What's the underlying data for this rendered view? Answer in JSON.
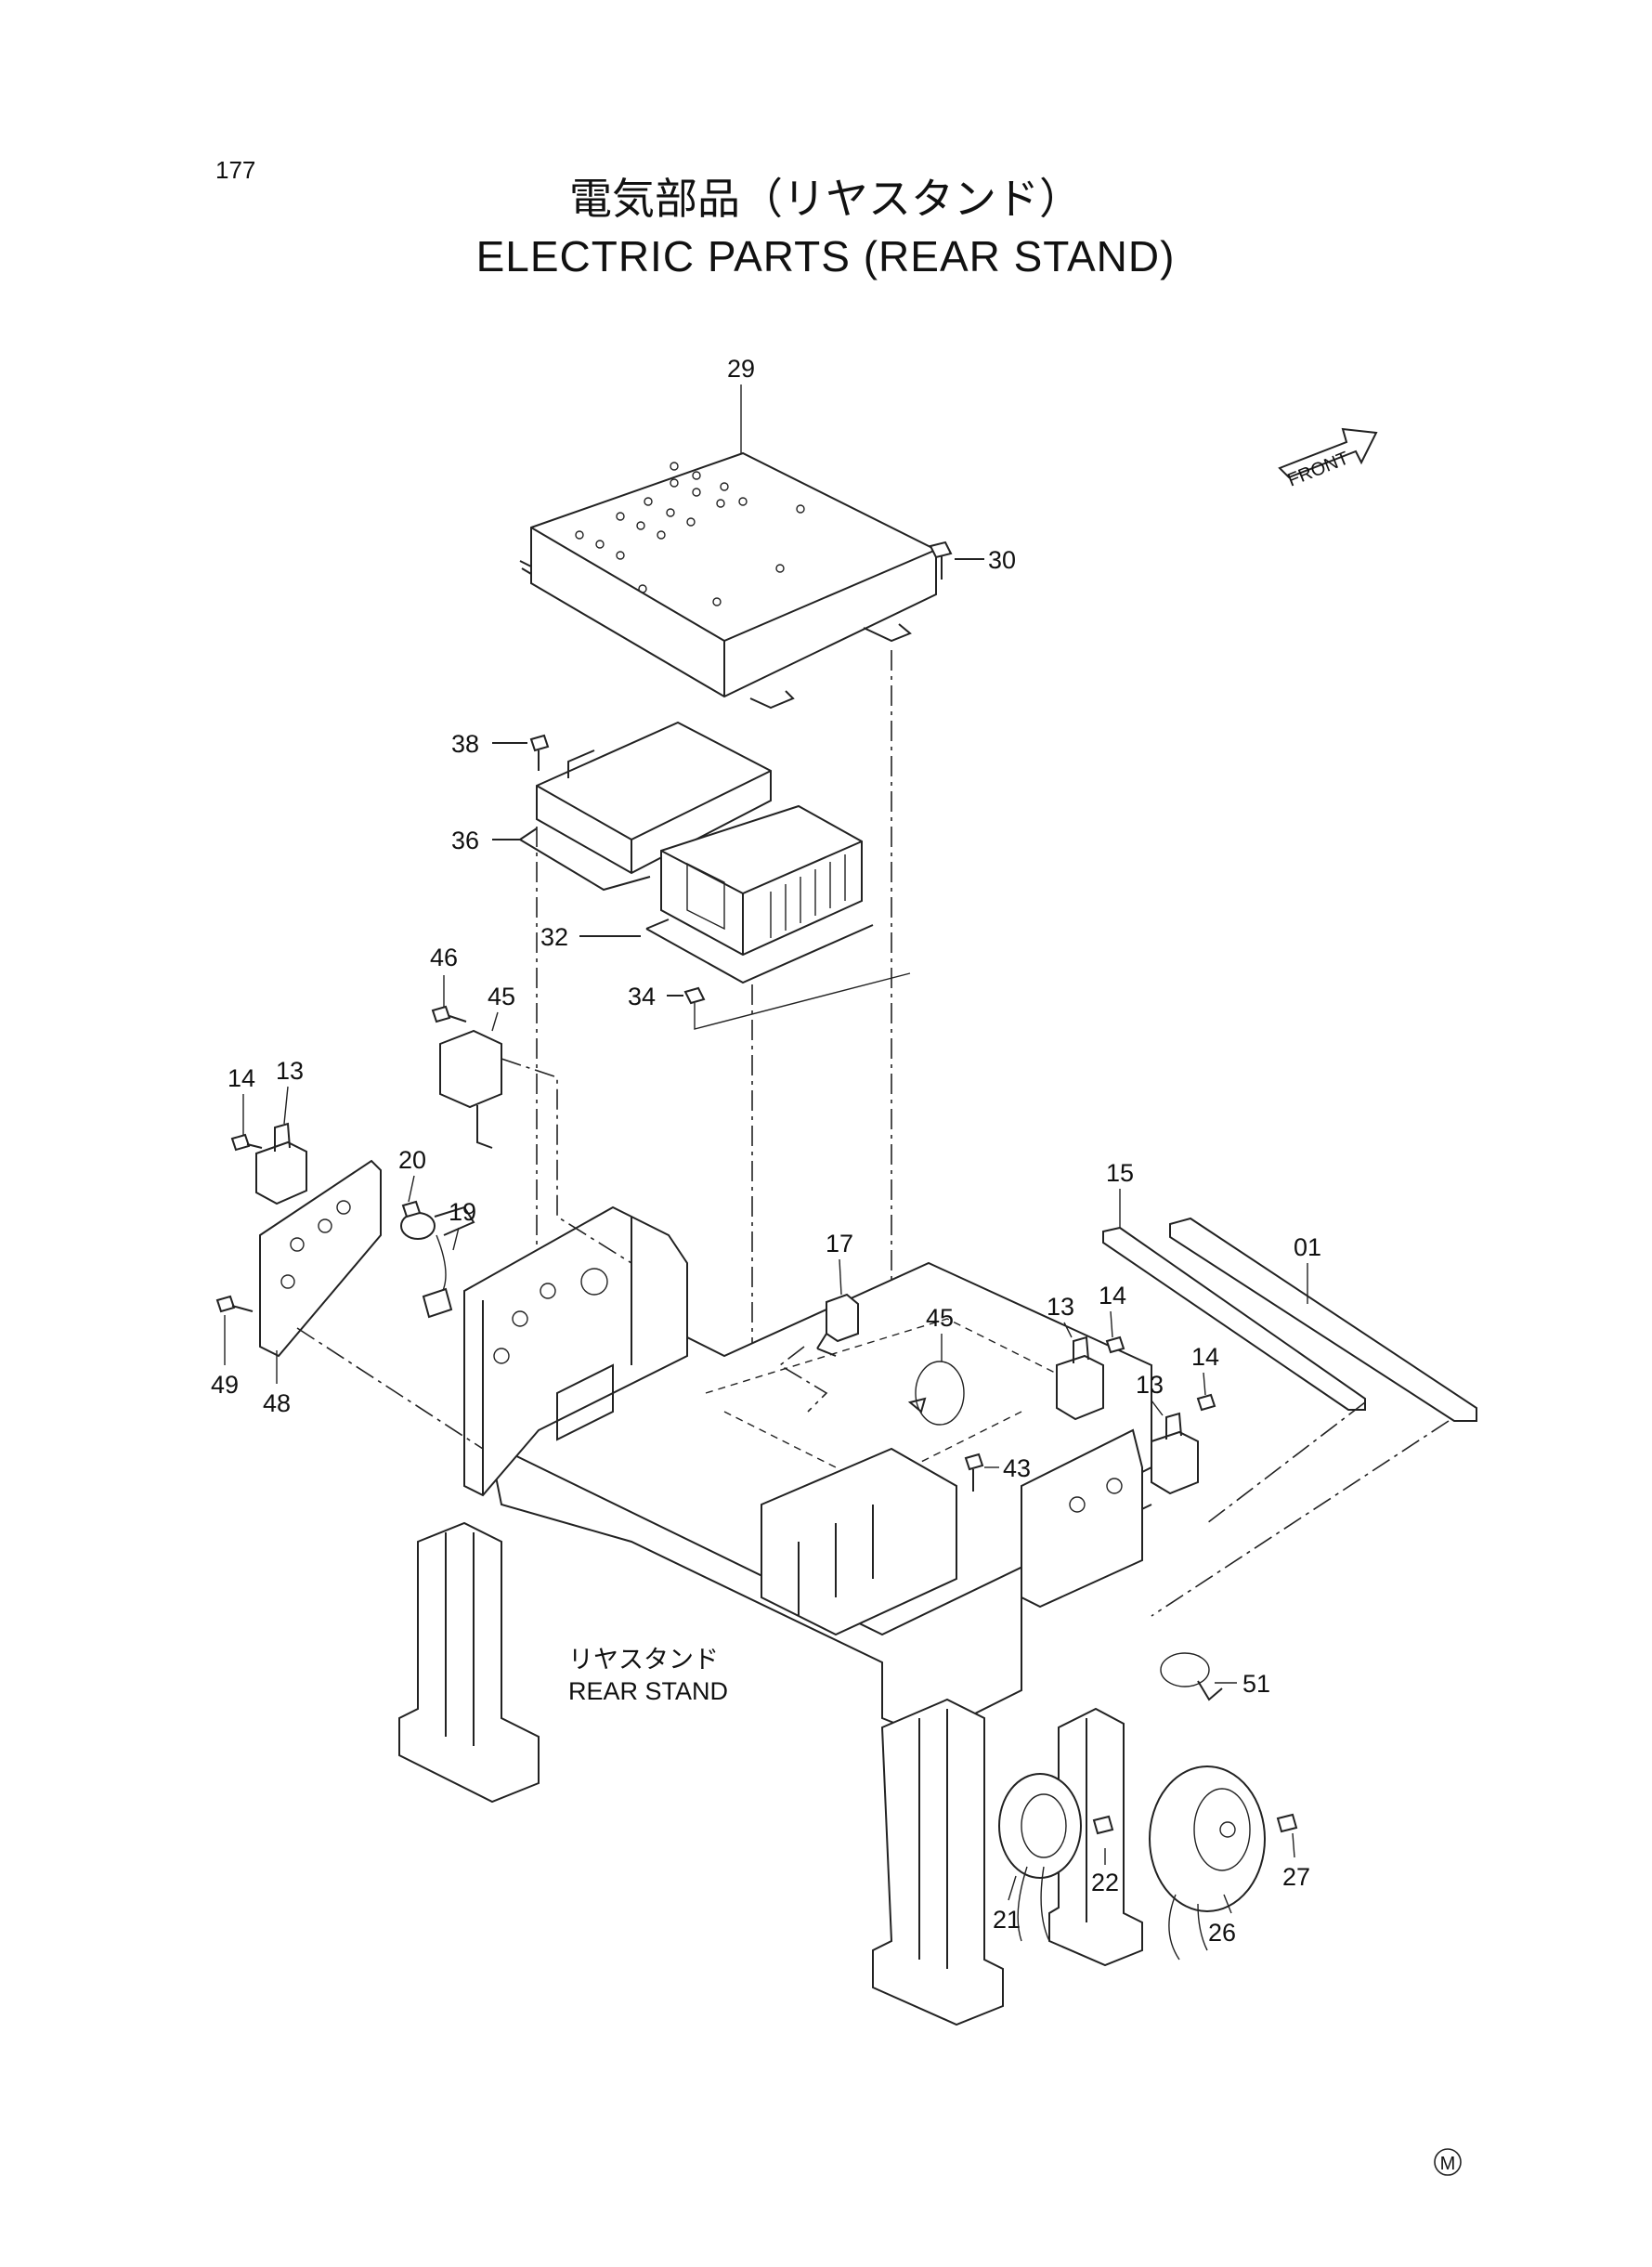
{
  "page_number": "177",
  "title_jp": "電気部品（リヤスタンド）",
  "title_en": "ELECTRIC PARTS (REAR STAND)",
  "front_label": "FRONT",
  "rear_stand_jp": "リヤスタンド",
  "rear_stand_en": "REAR STAND",
  "mark": "M",
  "callouts": {
    "c01": "01",
    "c13a": "13",
    "c13b": "13",
    "c13c": "13",
    "c14a": "14",
    "c14b": "14",
    "c14c": "14",
    "c15": "15",
    "c17": "17",
    "c19": "19",
    "c20": "20",
    "c21": "21",
    "c22": "22",
    "c26": "26",
    "c27": "27",
    "c29": "29",
    "c30": "30",
    "c32": "32",
    "c34": "34",
    "c36": "36",
    "c38": "38",
    "c43": "43",
    "c45a": "45",
    "c45b": "45",
    "c46": "46",
    "c48": "48",
    "c49": "49",
    "c51": "51"
  }
}
